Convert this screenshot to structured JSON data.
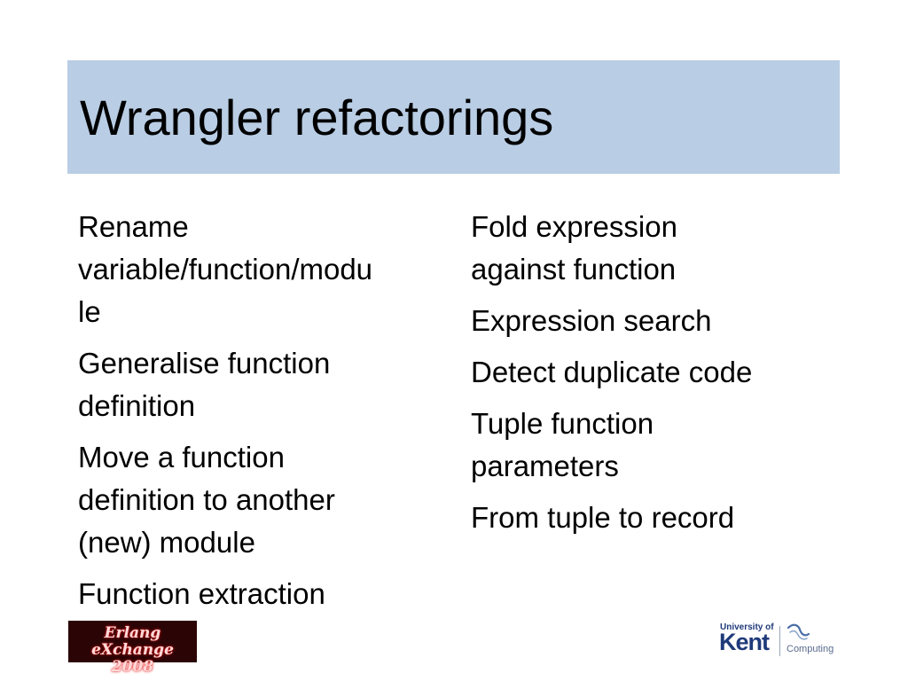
{
  "slide": {
    "title": "Wrangler refactorings"
  },
  "left_column": {
    "items": [
      {
        "lines": [
          "Rename",
          "variable/function/modu",
          "le"
        ]
      },
      {
        "lines": [
          "Generalise function",
          "definition"
        ]
      },
      {
        "lines": [
          "Move a function",
          "definition to another",
          "(new) module"
        ]
      },
      {
        "lines": [
          "Function extraction"
        ]
      }
    ]
  },
  "right_column": {
    "items": [
      {
        "lines": [
          "Fold expression",
          "against function"
        ]
      },
      {
        "lines": [
          "Expression search"
        ]
      },
      {
        "lines": [
          "Detect duplicate code"
        ]
      },
      {
        "lines": [
          "Tuple function",
          "parameters"
        ]
      },
      {
        "lines": [
          "From tuple to record"
        ]
      }
    ]
  },
  "footer": {
    "erlang_logo": {
      "line1": "Erlang eXchange",
      "line2": "2008"
    },
    "kent_logo": {
      "small_text": "University of",
      "name": "Kent",
      "department": "Computing"
    }
  },
  "colors": {
    "title_band": "#b9cde4",
    "kent_blue": "#1f3a7a",
    "erlang_bg": "#2b0406"
  }
}
